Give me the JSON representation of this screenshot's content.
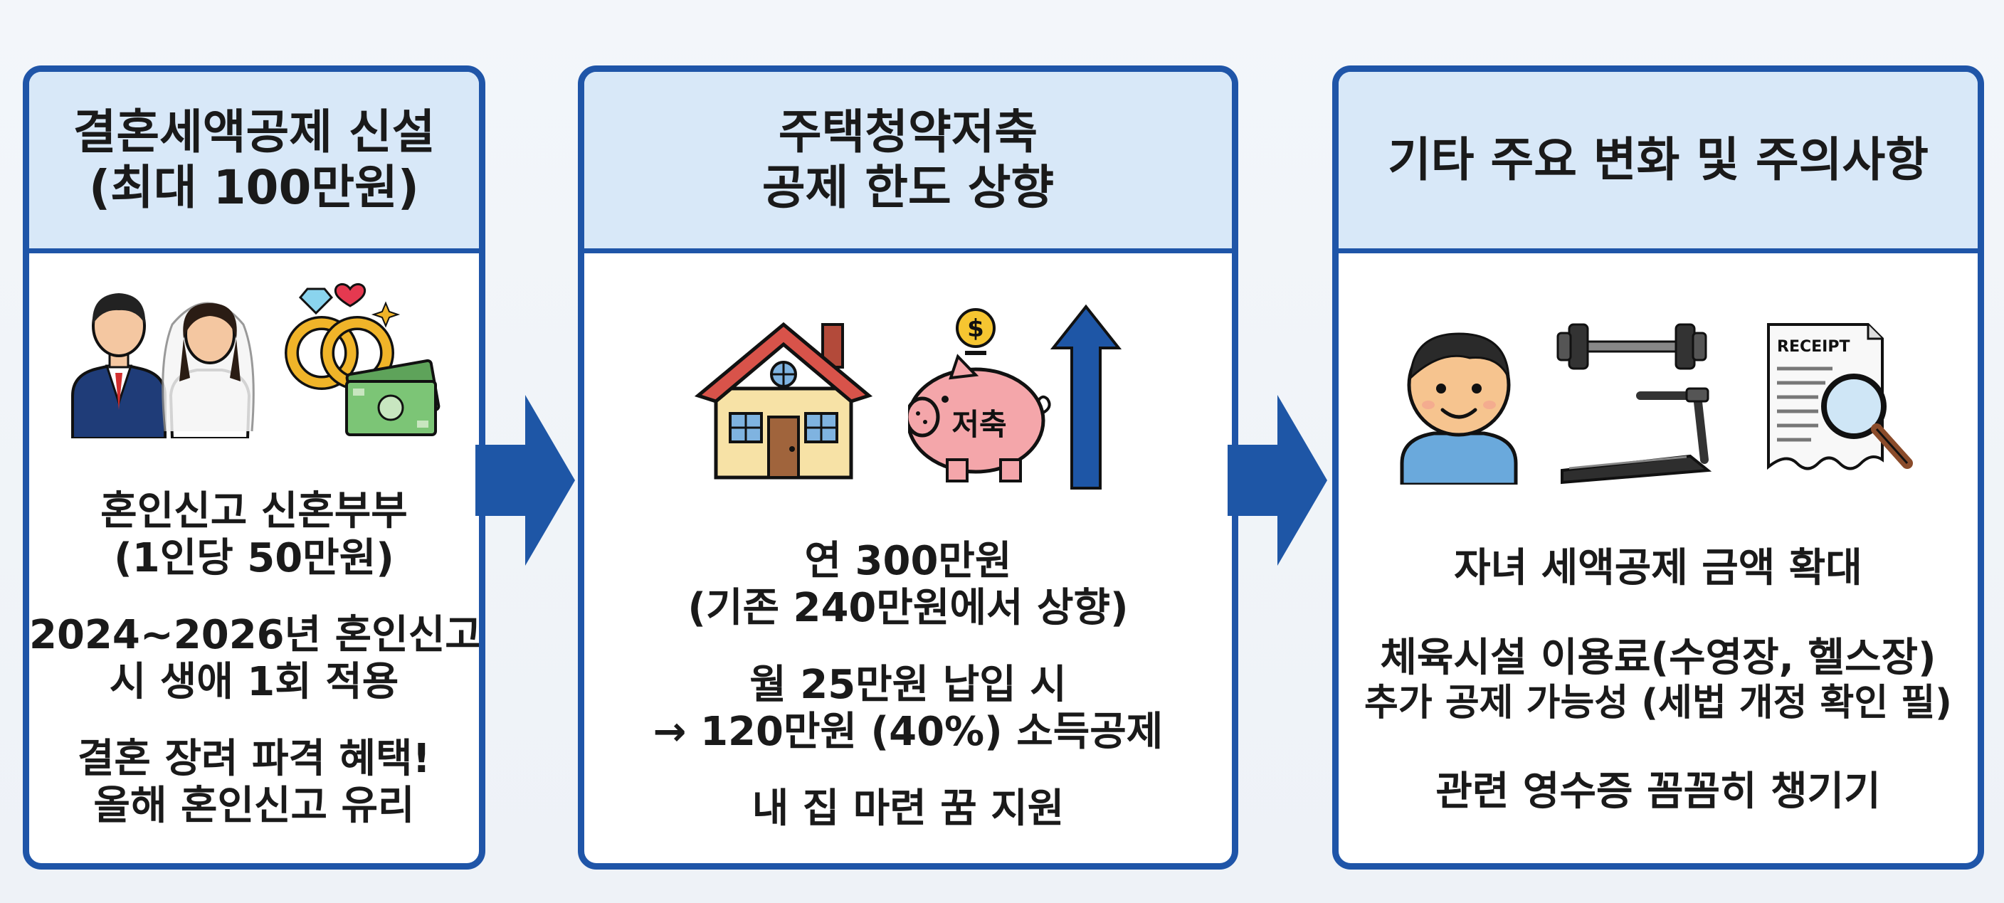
{
  "colors": {
    "border": "#1f55a8",
    "header_bg": "#d8e8f8",
    "arrow": "#1e56a6"
  },
  "cards": [
    {
      "title_lines": [
        "결혼세액공제 신설",
        "(최대 100만원)"
      ],
      "icons": [
        "wedding-couple-icon",
        "wedding-rings-icon",
        "money-icon"
      ],
      "blocks": [
        [
          "혼인신고 신혼부부",
          "(1인당 50만원)"
        ],
        [
          "2024~2026년 혼인신고",
          "시 생애 1회 적용"
        ],
        [
          "결혼 장려 파격 혜택!",
          "올해 혼인신고 유리"
        ]
      ]
    },
    {
      "title_lines": [
        "주택청약저축",
        "공제 한도 상향"
      ],
      "icons": [
        "house-icon",
        "piggy-bank-icon",
        "up-arrow-icon"
      ],
      "piggy_label": "저축",
      "blocks": [
        [
          "연 300만원",
          "(기존 240만원에서 상향)"
        ],
        [
          "월 25만원 납입 시",
          "→ 120만원 (40%) 소득공제"
        ],
        [
          "내 집 마련 꿈 지원"
        ]
      ]
    },
    {
      "title_lines": [
        "기타 주요 변화 및 주의사항"
      ],
      "icons": [
        "child-icon",
        "gym-equipment-icon",
        "receipt-icon"
      ],
      "receipt_label": "RECEIPT",
      "blocks": [
        [
          "자녀 세액공제 금액 확대"
        ],
        [
          "체육시설 이용료(수영장, 헬스장)",
          "추가 공제 가능성 (세법 개정 확인 필)"
        ],
        [
          "관련 영수증 꼼꼼히 챙기기"
        ]
      ]
    }
  ]
}
